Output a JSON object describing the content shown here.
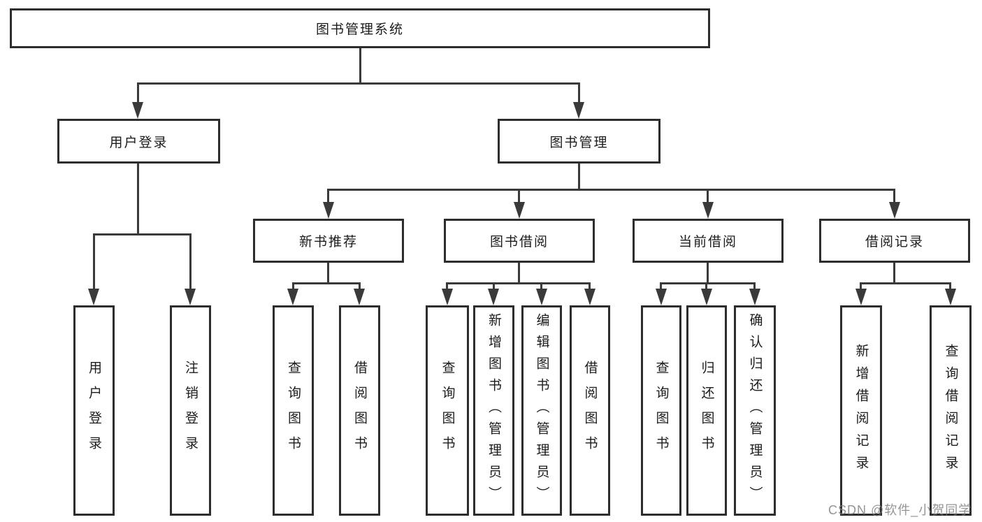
{
  "diagram": {
    "root": {
      "label": "图书管理系统"
    },
    "branches": [
      {
        "label": "用户登录",
        "children": [
          "用户登录",
          "注销登录"
        ]
      },
      {
        "label": "图书管理",
        "children": [
          {
            "label": "新书推荐",
            "children": [
              "查询图书",
              "借阅图书"
            ]
          },
          {
            "label": "图书借阅",
            "children": [
              "查询图书",
              "新增图书（管理员）",
              "编辑图书（管理员）",
              "借阅图书"
            ]
          },
          {
            "label": "当前借阅",
            "children": [
              "查询图书",
              "归还图书",
              "确认归还（管理员）"
            ]
          },
          {
            "label": "借阅记录",
            "children": [
              "新增借阅记录",
              "查询借阅记录"
            ]
          }
        ]
      }
    ]
  },
  "watermark": {
    "text": "CSDN @软件_小贺同学"
  },
  "colors": {
    "background": "#ffffff",
    "box_border": "#2d2d2d",
    "line": "#3a3a3a",
    "text": "#1c1c1c",
    "watermark": "#7d7d7d"
  }
}
